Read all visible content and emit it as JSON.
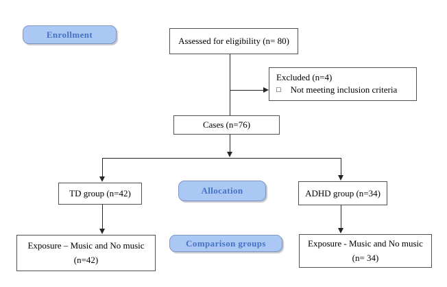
{
  "stages": {
    "enrollment": "Enrollment",
    "allocation": "Allocation",
    "comparison": "Comparison groups"
  },
  "boxes": {
    "assessed": "Assessed for eligibility (n= 80)",
    "excluded_title": "Excluded (n=4)",
    "excluded_bullet_glyph": "□",
    "excluded_bullet": "Not meeting inclusion criteria",
    "cases": "Cases (n=76)",
    "td_group": "TD group (n=42)",
    "adhd_group": "ADHD group (n=34)",
    "exposure_td_line1": "Exposure – Music and No music",
    "exposure_td_line2": "(n=42)",
    "exposure_adhd_line1": "Exposure - Music and No music",
    "exposure_adhd_line2": "(n= 34)"
  },
  "colors": {
    "stage_fill": "#abc8f4",
    "stage_border": "#7b96c4",
    "stage_text": "#4472c4",
    "box_border": "#4f4f4f",
    "connector": "#262626"
  }
}
